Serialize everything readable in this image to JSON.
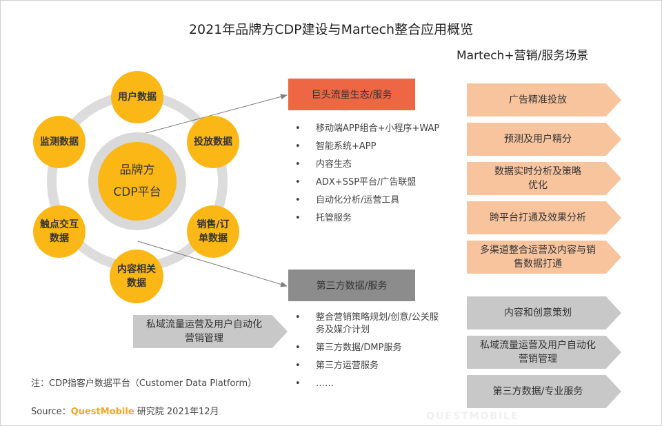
{
  "title": "2021年品牌方CDP建设与Martech整合应用概览",
  "right_heading": "Martech+营销/服务场景",
  "watermark": "QUESTMOBILE",
  "colors": {
    "node_yellow": "#fbb716",
    "ring_gray": "#d9d9d9",
    "category_orange": "#ee6744",
    "category_gray": "#8c8c8c",
    "chevron_orange": "#f8c49e",
    "chevron_gray": "#c8c8c8",
    "brand_orange": "#f5a623"
  },
  "center": {
    "line1": "品牌方",
    "line2": "CDP平台"
  },
  "data_nodes": [
    {
      "label": "用户数据"
    },
    {
      "label": "投放数据"
    },
    {
      "label": "销售/订单数据"
    },
    {
      "label": "内容相关数据"
    },
    {
      "label": "触点交互数据"
    },
    {
      "label": "监测数据"
    }
  ],
  "categories": {
    "giant": {
      "label": "巨头流量生态/服务",
      "items": [
        "移动端APP组合+小程序+WAP",
        "智能系统+APP",
        "内容生态",
        "ADX+SSP平台/广告联盟",
        "自动化分析/运营工具",
        "托管服务"
      ]
    },
    "third_party": {
      "label": "第三方数据/服务",
      "items": [
        "整合营销策略规划/创意/公关服务及媒介计划",
        "第三方数据/DMP服务",
        "第三方运营服务",
        "……"
      ]
    }
  },
  "private_traffic_tag": "私域流量运营及用户自动化营销管理",
  "scenarios_orange": [
    "广告精准投放",
    "预测及用户精分",
    "数据实时分析及策略优化",
    "跨平台打通及效果分析",
    "多渠道整合运营及内容与销售数据打通"
  ],
  "scenarios_gray": [
    "内容和创意策划",
    "私域流量运营及用户自动化营销管理",
    "第三方数据/专业服务"
  ],
  "footer": {
    "note": "注：CDP指客户数据平台（Customer Data Platform）",
    "source_prefix": "Source：",
    "source_brand": "QuestMobile",
    "source_suffix": " 研究院 2021年12月"
  }
}
